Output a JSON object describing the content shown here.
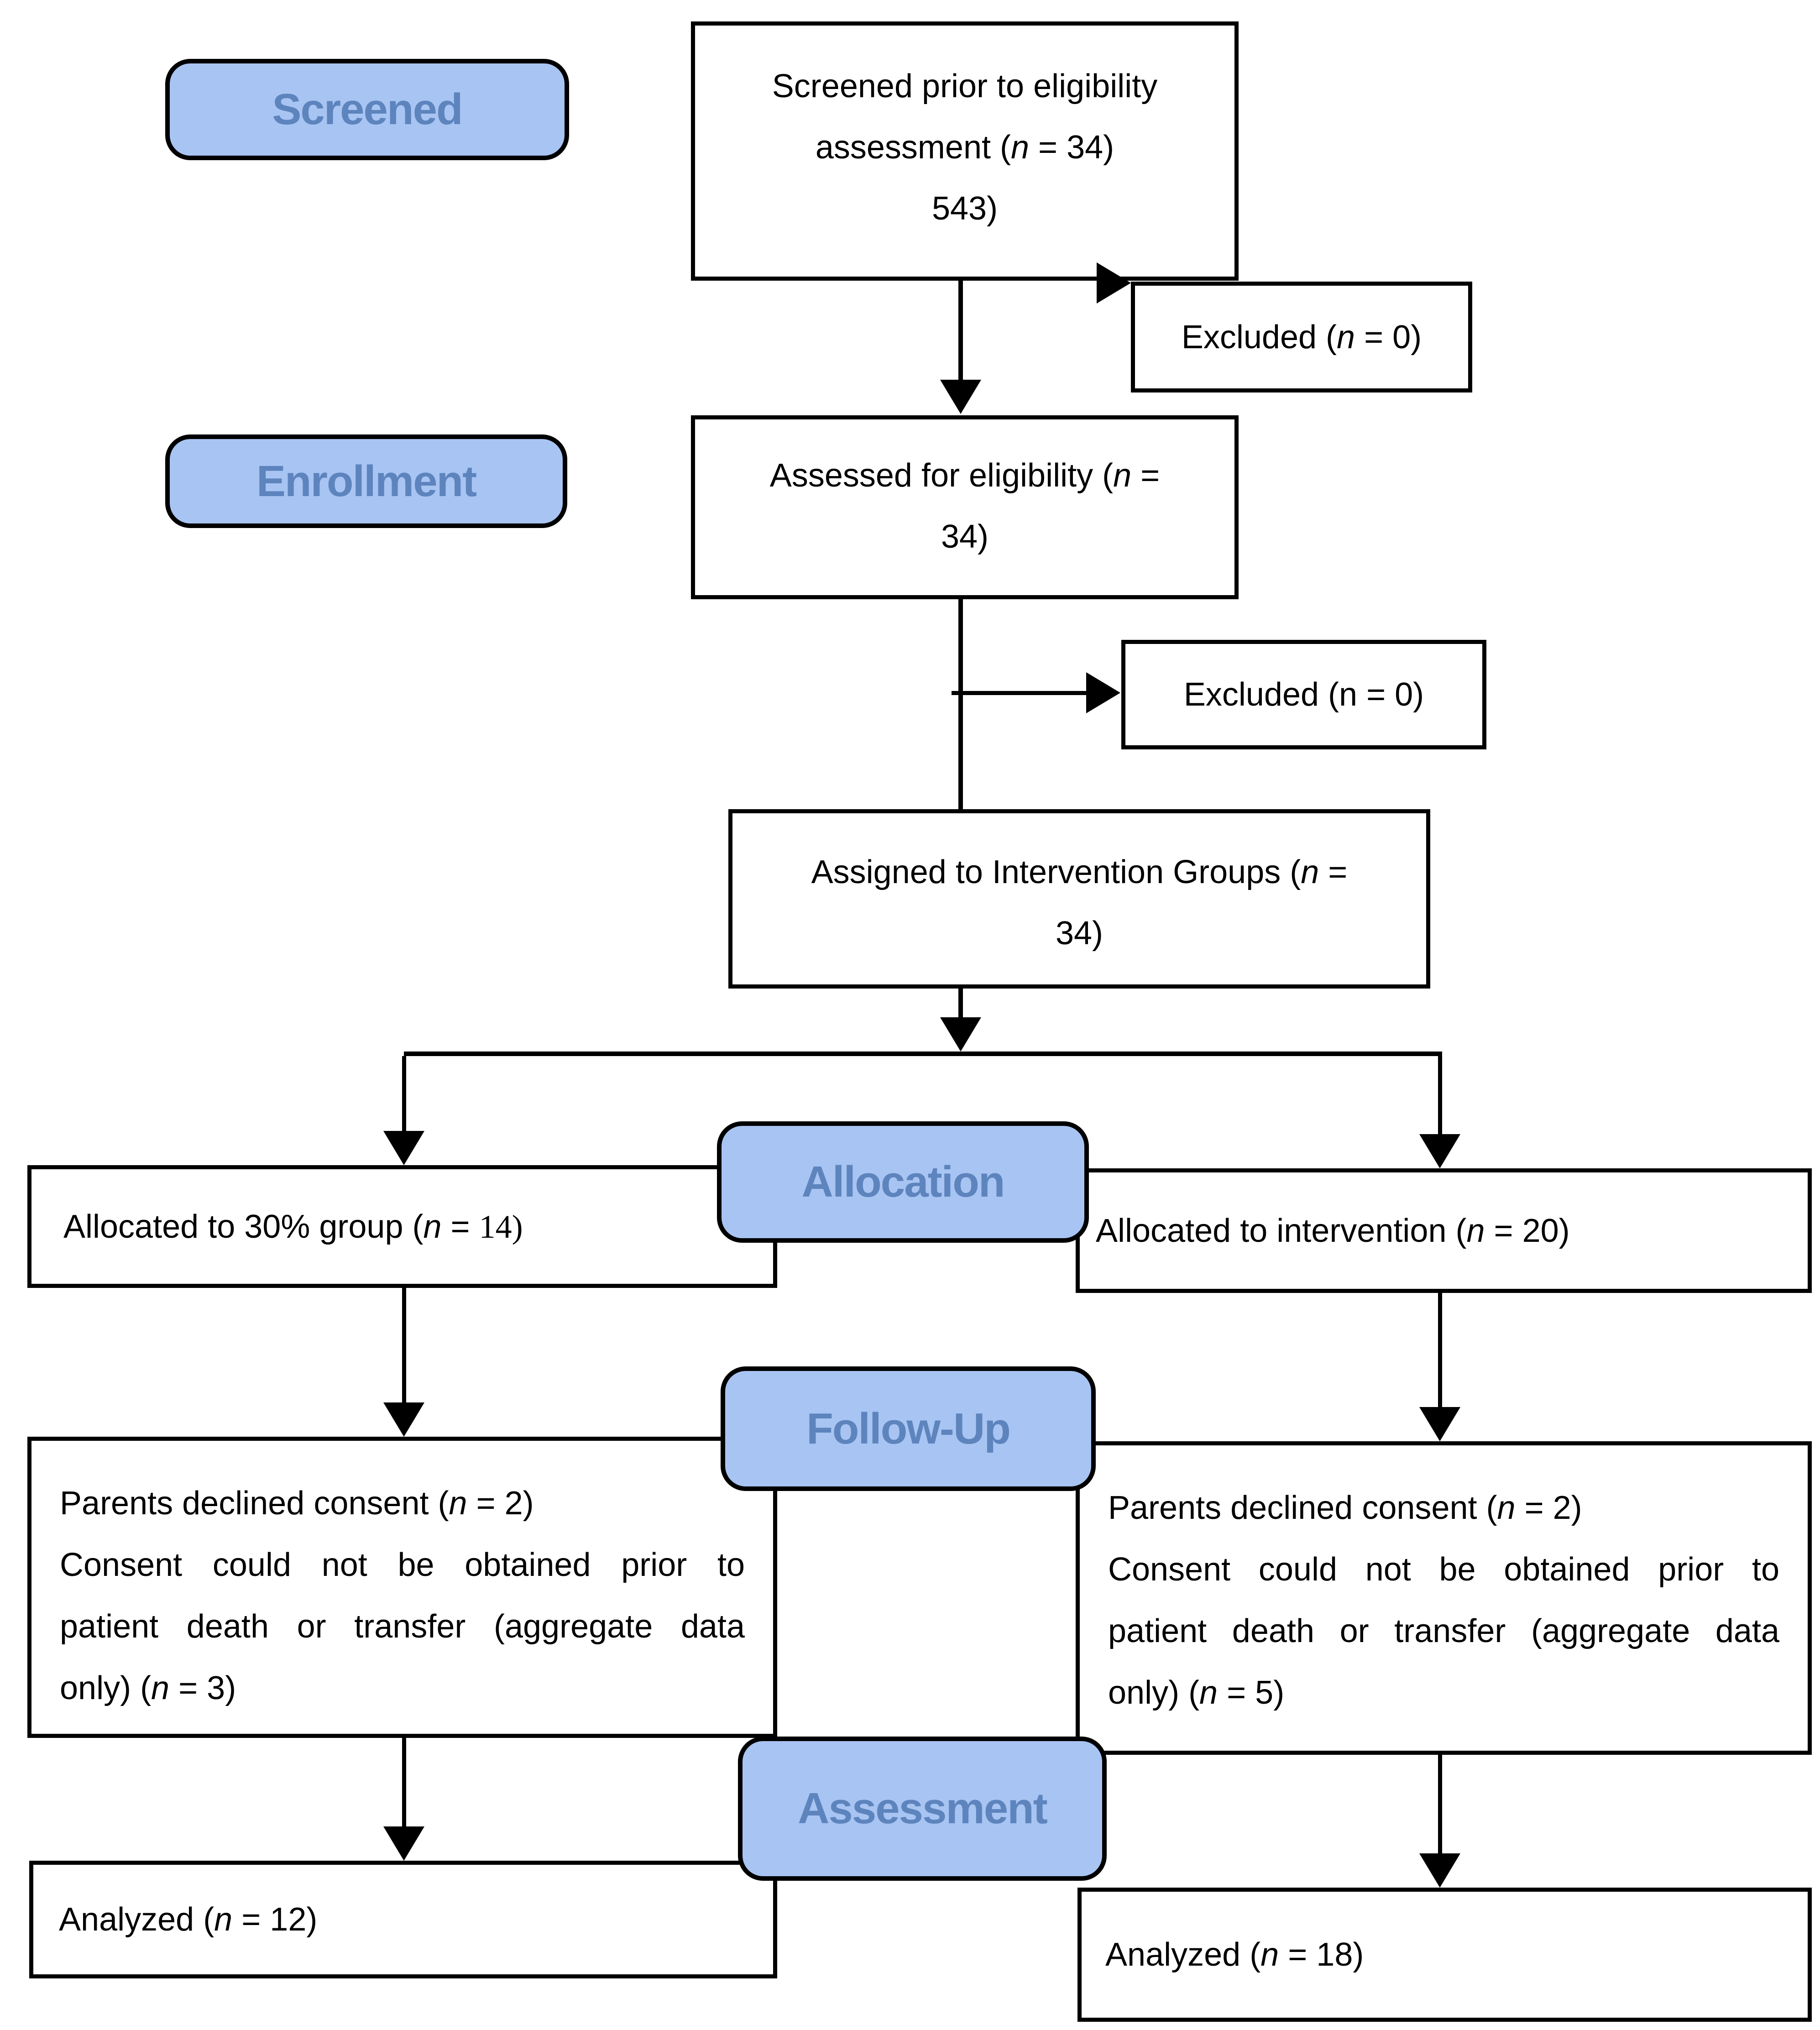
{
  "colors": {
    "stage_fill": "#a8c4f2",
    "stage_text": "#5d84bd",
    "line_color": "#000000",
    "box_background": "#ffffff",
    "box_text": "#000000"
  },
  "stages": {
    "screened": "Screened",
    "enrollment": "Enrollment",
    "allocation": "Allocation",
    "followup": "Follow-Up",
    "assessment": "Assessment"
  },
  "boxes": {
    "screened_prior": {
      "lines": [
        [
          {
            "t": "Screened prior to eligibility"
          }
        ],
        [
          {
            "t": "assessment ("
          },
          {
            "t": "n",
            "s": "italic"
          },
          {
            "t": " = 34)"
          }
        ],
        [
          {
            "t": "543)"
          }
        ]
      ]
    },
    "excluded_1": {
      "line": [
        {
          "t": "Excluded ("
        },
        {
          "t": "n",
          "s": "italic"
        },
        {
          "t": " = 0)"
        }
      ]
    },
    "assessed": {
      "lines": [
        [
          {
            "t": "Assessed for eligibility ("
          },
          {
            "t": "n",
            "s": "italic"
          },
          {
            "t": " ="
          }
        ],
        [
          {
            "t": "34)"
          }
        ]
      ]
    },
    "excluded_2": {
      "line": [
        {
          "t": "Excluded (n = 0)"
        }
      ]
    },
    "assigned": {
      "lines": [
        [
          {
            "t": "Assigned to Intervention Groups ("
          },
          {
            "t": "n",
            "s": "italic"
          },
          {
            "t": " ="
          }
        ],
        [
          {
            "t": "34)"
          }
        ]
      ]
    },
    "allocated_left": {
      "line": [
        {
          "t": "Allocated to 30% group ("
        },
        {
          "t": "n",
          "s": "italic"
        },
        {
          "t": " = "
        },
        {
          "t": "14)",
          "s": "serif"
        }
      ]
    },
    "allocated_right": {
      "line": [
        {
          "t": "Allocated to intervention ("
        },
        {
          "t": "n",
          "s": "italic"
        },
        {
          "t": " = 20)"
        }
      ]
    },
    "followup_left": {
      "lines": [
        [
          {
            "t": "Parents declined consent ("
          },
          {
            "t": "n",
            "s": "italic"
          },
          {
            "t": " = 2)"
          }
        ],
        [
          {
            "t": "Consent could not be obtained prior to"
          }
        ],
        [
          {
            "t": "patient death or transfer (aggregate data"
          }
        ],
        [
          {
            "t": "only) ("
          },
          {
            "t": "n",
            "s": "italic"
          },
          {
            "t": " = 3)"
          }
        ]
      ]
    },
    "followup_right": {
      "lines": [
        [
          {
            "t": "Parents declined consent ("
          },
          {
            "t": "n",
            "s": "italic"
          },
          {
            "t": " = 2)"
          }
        ],
        [
          {
            "t": "Consent could not be obtained prior to"
          }
        ],
        [
          {
            "t": "patient death or transfer (aggregate data"
          }
        ],
        [
          {
            "t": "only) ("
          },
          {
            "t": "n",
            "s": "italic"
          },
          {
            "t": " = 5)"
          }
        ]
      ]
    },
    "analyzed_left": {
      "line": [
        {
          "t": "Analyzed ("
        },
        {
          "t": "n",
          "s": "italic"
        },
        {
          "t": " = 12)"
        }
      ]
    },
    "analyzed_right": {
      "line": [
        {
          "t": "Analyzed ("
        },
        {
          "t": "n",
          "s": "italic"
        },
        {
          "t": " = 18)"
        }
      ]
    }
  }
}
